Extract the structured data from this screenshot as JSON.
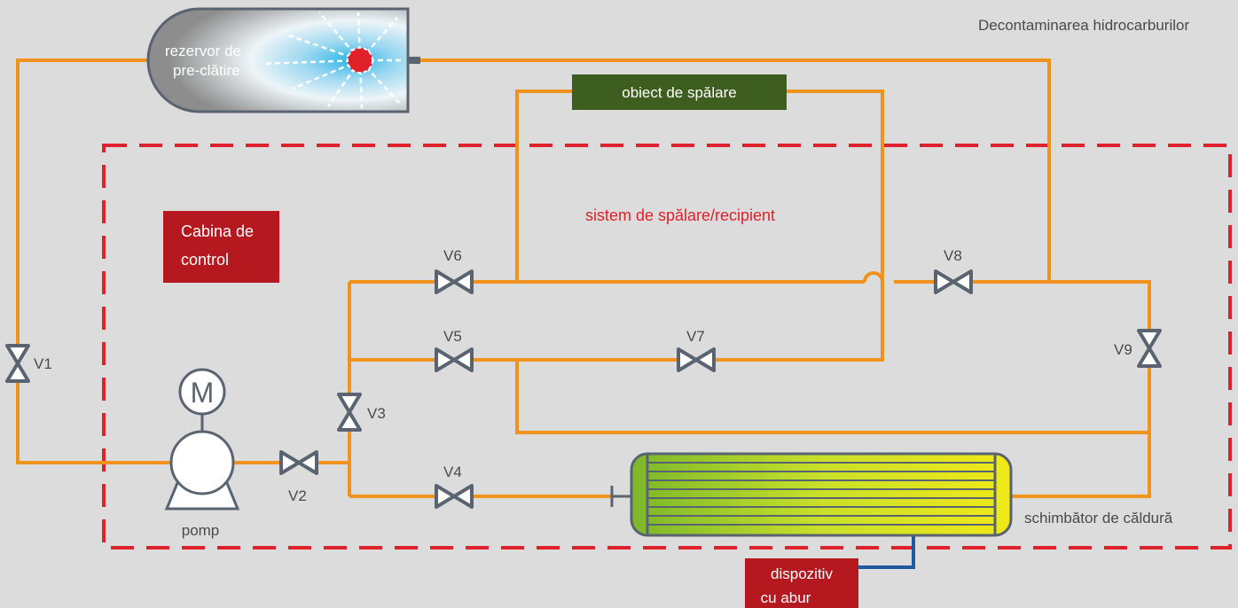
{
  "title": "Decontaminarea hidrocarburilor",
  "tank_label_line1": "rezervor de",
  "tank_label_line2": "pre-clătire",
  "wash_object": "obiect de spălare",
  "wash_system": "sistem de spălare/recipient",
  "control_cabin_line1": "Cabina de",
  "control_cabin_line2": "control",
  "pump_symbol": "M",
  "pump_label": "pomp",
  "heat_exchanger": "schimbător de căldură",
  "steam_line1": "dispozitiv",
  "steam_line2": "cu abur",
  "valves": {
    "v1": "V1",
    "v2": "V2",
    "v3": "V3",
    "v4": "V4",
    "v5": "V5",
    "v6": "V6",
    "v7": "V7",
    "v8": "V8",
    "v9": "V9"
  },
  "colors": {
    "pipe": "#f0921e",
    "boundary": "#e0202a",
    "label_box": "#b5191f",
    "wash_box": "#3d5e1f",
    "valve": "#5a6470",
    "steam_pipe": "#1f5aa0"
  }
}
